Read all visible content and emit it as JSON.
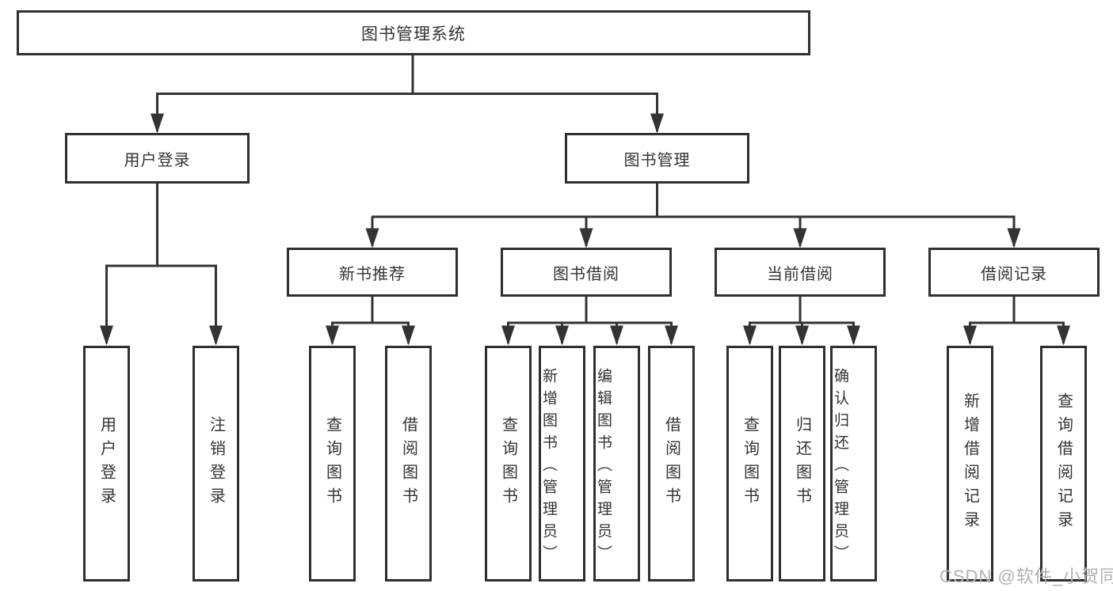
{
  "diagram": {
    "root": {
      "label": "图书管理系统"
    },
    "branches": [
      {
        "label": "用户登录",
        "children": [
          {
            "label": "用户登录"
          },
          {
            "label": "注销登录"
          }
        ]
      },
      {
        "label": "图书管理",
        "children": [
          {
            "label": "新书推荐",
            "children": [
              {
                "label": "查询图书"
              },
              {
                "label": "借阅图书"
              }
            ]
          },
          {
            "label": "图书借阅",
            "children": [
              {
                "label": "查询图书"
              },
              {
                "label": "新增图书（管理员）"
              },
              {
                "label": "编辑图书（管理员）"
              },
              {
                "label": "借阅图书"
              }
            ]
          },
          {
            "label": "当前借阅",
            "children": [
              {
                "label": "查询图书"
              },
              {
                "label": "归还图书"
              },
              {
                "label": "确认归还（管理员）"
              }
            ]
          },
          {
            "label": "借阅记录",
            "children": [
              {
                "label": "新增借阅记录"
              },
              {
                "label": "查询借阅记录"
              }
            ]
          }
        ]
      }
    ]
  },
  "watermark": {
    "text": "CSDN @软件_小贺同学"
  },
  "colors": {
    "line": "#333333",
    "box_border": "#2f2f2f",
    "text": "#333333",
    "background": "#ffffff",
    "watermark": "#b0b0b0"
  }
}
